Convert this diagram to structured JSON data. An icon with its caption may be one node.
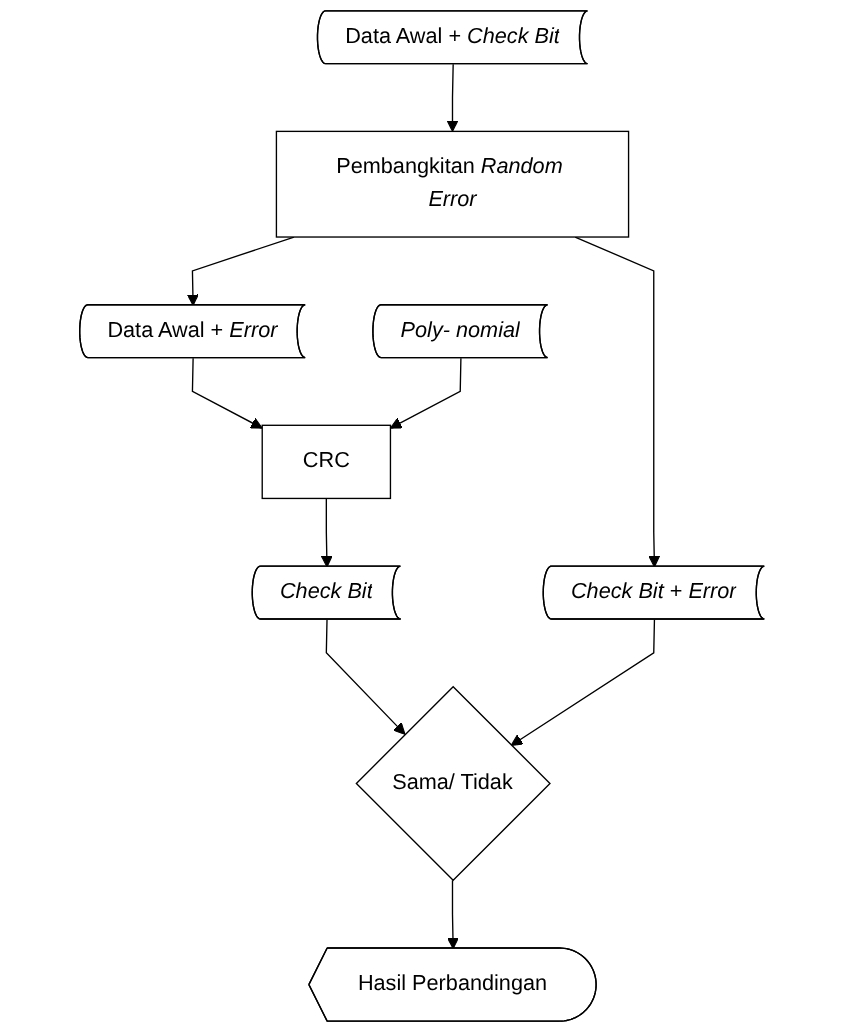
{
  "diagram": {
    "nodes": [
      {
        "text": [
          "Data Awal + *Check Bit*"
        ]
      },
      {
        "text": [
          "Pembangkitan *Random Error*"
        ]
      },
      {
        "text": [
          "Data Awal + *Error*"
        ]
      },
      {
        "text": [
          "*Check Bit* + *Error*"
        ]
      },
      {
        "text": [
          "Poly- nomial"
        ]
      },
      {
        "text": [
          "CRC"
        ]
      },
      {
        "text": [
          "Check Bit"
        ]
      },
      {
        "text": [
          "Sama/ Tidak"
        ]
      },
      {
        "text": [
          "Hasil Perbandingan"
        ]
      }
    ],
    "edges": [
      {
        "from": 0,
        "to": 1,
        "arrow": "to"
      },
      {
        "from": 1,
        "to": 2,
        "arrow": "to"
      },
      {
        "from": 1,
        "to": 3,
        "arrow": "to"
      },
      {
        "from": 2,
        "to": 5,
        "arrow": "to"
      },
      {
        "from": 4,
        "to": 5,
        "arrow": "to"
      },
      {
        "from": 5,
        "to": 6,
        "arrow": "to"
      },
      {
        "from": 6,
        "to": 7,
        "arrow": "to"
      },
      {
        "from": 3,
        "to": 7,
        "arrow": "to"
      },
      {
        "from": 7,
        "to": 8,
        "arrow": "to"
      }
    ]
  }
}
